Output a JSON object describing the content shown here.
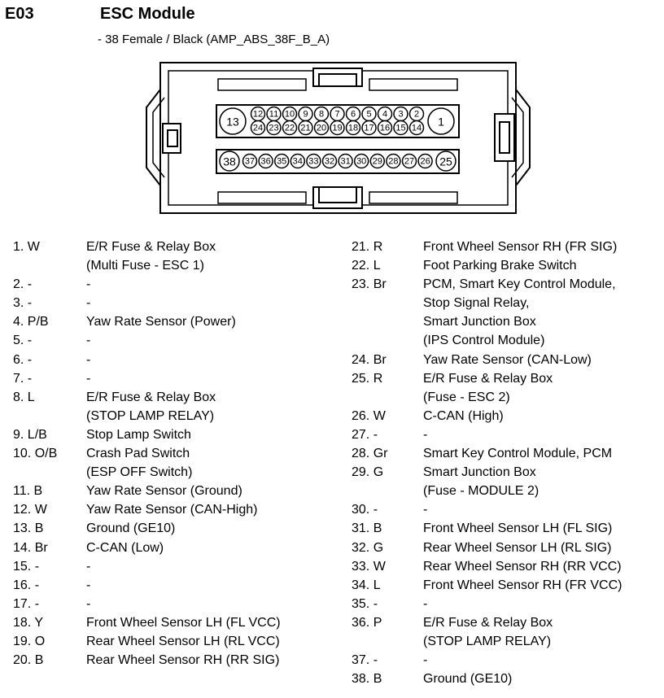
{
  "header": {
    "code": "E03",
    "title": "ESC Module",
    "subtitle": "- 38 Female / Black (AMP_ABS_38F_B_A)"
  },
  "connector": {
    "top_row": [
      "12",
      "11",
      "10",
      "9",
      "8",
      "7",
      "6",
      "5",
      "4",
      "3",
      "2"
    ],
    "bottom_row": [
      "24",
      "23",
      "22",
      "21",
      "20",
      "19",
      "18",
      "17",
      "16",
      "15",
      "14"
    ],
    "left_big": "13",
    "right_big": "1",
    "lower_row": [
      "37",
      "36",
      "35",
      "34",
      "33",
      "32",
      "31",
      "30",
      "29",
      "28",
      "27",
      "26"
    ],
    "lower_left_big": "38",
    "lower_right_big": "25"
  },
  "pins_left": [
    {
      "pin": "1. W",
      "lines": [
        "E/R Fuse & Relay Box",
        "(Multi Fuse - ESC 1)"
      ]
    },
    {
      "pin": "2. -",
      "lines": [
        "-"
      ]
    },
    {
      "pin": "3. -",
      "lines": [
        "-"
      ]
    },
    {
      "pin": "4. P/B",
      "lines": [
        "Yaw Rate Sensor (Power)"
      ]
    },
    {
      "pin": "5. -",
      "lines": [
        "-"
      ]
    },
    {
      "pin": "6. -",
      "lines": [
        "-"
      ]
    },
    {
      "pin": "7. -",
      "lines": [
        "-"
      ]
    },
    {
      "pin": "8. L",
      "lines": [
        "E/R Fuse & Relay Box",
        "(STOP LAMP RELAY)"
      ]
    },
    {
      "pin": "9. L/B",
      "lines": [
        "Stop Lamp Switch"
      ]
    },
    {
      "pin": "10. O/B",
      "lines": [
        "Crash Pad Switch",
        "(ESP OFF Switch)"
      ]
    },
    {
      "pin": "11. B",
      "lines": [
        "Yaw Rate Sensor (Ground)"
      ]
    },
    {
      "pin": "12. W",
      "lines": [
        "Yaw Rate Sensor (CAN-High)"
      ]
    },
    {
      "pin": "13. B",
      "lines": [
        "Ground (GE10)"
      ]
    },
    {
      "pin": "14. Br",
      "lines": [
        "C-CAN (Low)"
      ]
    },
    {
      "pin": "15. -",
      "lines": [
        "-"
      ]
    },
    {
      "pin": "16. -",
      "lines": [
        "-"
      ]
    },
    {
      "pin": "17. -",
      "lines": [
        "-"
      ]
    },
    {
      "pin": "18. Y",
      "lines": [
        "Front Wheel Sensor LH (FL VCC)"
      ]
    },
    {
      "pin": "19. O",
      "lines": [
        "Rear Wheel Sensor LH (RL VCC)"
      ]
    },
    {
      "pin": "20. B",
      "lines": [
        "Rear Wheel Sensor RH (RR SIG)"
      ]
    }
  ],
  "pins_right": [
    {
      "pin": "21. R",
      "lines": [
        "Front Wheel Sensor RH (FR SIG)"
      ]
    },
    {
      "pin": "22. L",
      "lines": [
        "Foot Parking Brake Switch"
      ]
    },
    {
      "pin": "23. Br",
      "lines": [
        "PCM, Smart Key Control Module,",
        "Stop Signal Relay,",
        "Smart Junction Box",
        "(IPS Control Module)"
      ]
    },
    {
      "pin": "24. Br",
      "lines": [
        "Yaw Rate Sensor (CAN-Low)"
      ]
    },
    {
      "pin": "25. R",
      "lines": [
        "E/R Fuse & Relay Box",
        "(Fuse - ESC 2)"
      ]
    },
    {
      "pin": "26. W",
      "lines": [
        "C-CAN (High)"
      ]
    },
    {
      "pin": "27. -",
      "lines": [
        "-"
      ]
    },
    {
      "pin": "28. Gr",
      "lines": [
        "Smart Key Control Module, PCM"
      ]
    },
    {
      "pin": "29. G",
      "lines": [
        "Smart Junction Box",
        "(Fuse - MODULE 2)"
      ]
    },
    {
      "pin": "30. -",
      "lines": [
        "-"
      ]
    },
    {
      "pin": "31. B",
      "lines": [
        "Front Wheel Sensor LH (FL SIG)"
      ]
    },
    {
      "pin": "32. G",
      "lines": [
        "Rear Wheel Sensor LH (RL SIG)"
      ]
    },
    {
      "pin": "33. W",
      "lines": [
        "Rear Wheel Sensor RH (RR VCC)"
      ]
    },
    {
      "pin": "34. L",
      "lines": [
        "Front Wheel Sensor RH (FR VCC)"
      ]
    },
    {
      "pin": "35. -",
      "lines": [
        "-"
      ]
    },
    {
      "pin": "36. P",
      "lines": [
        "E/R Fuse & Relay Box",
        "(STOP LAMP RELAY)"
      ]
    },
    {
      "pin": "37. -",
      "lines": [
        "-"
      ]
    },
    {
      "pin": "38. B",
      "lines": [
        "Ground (GE10)"
      ]
    }
  ]
}
